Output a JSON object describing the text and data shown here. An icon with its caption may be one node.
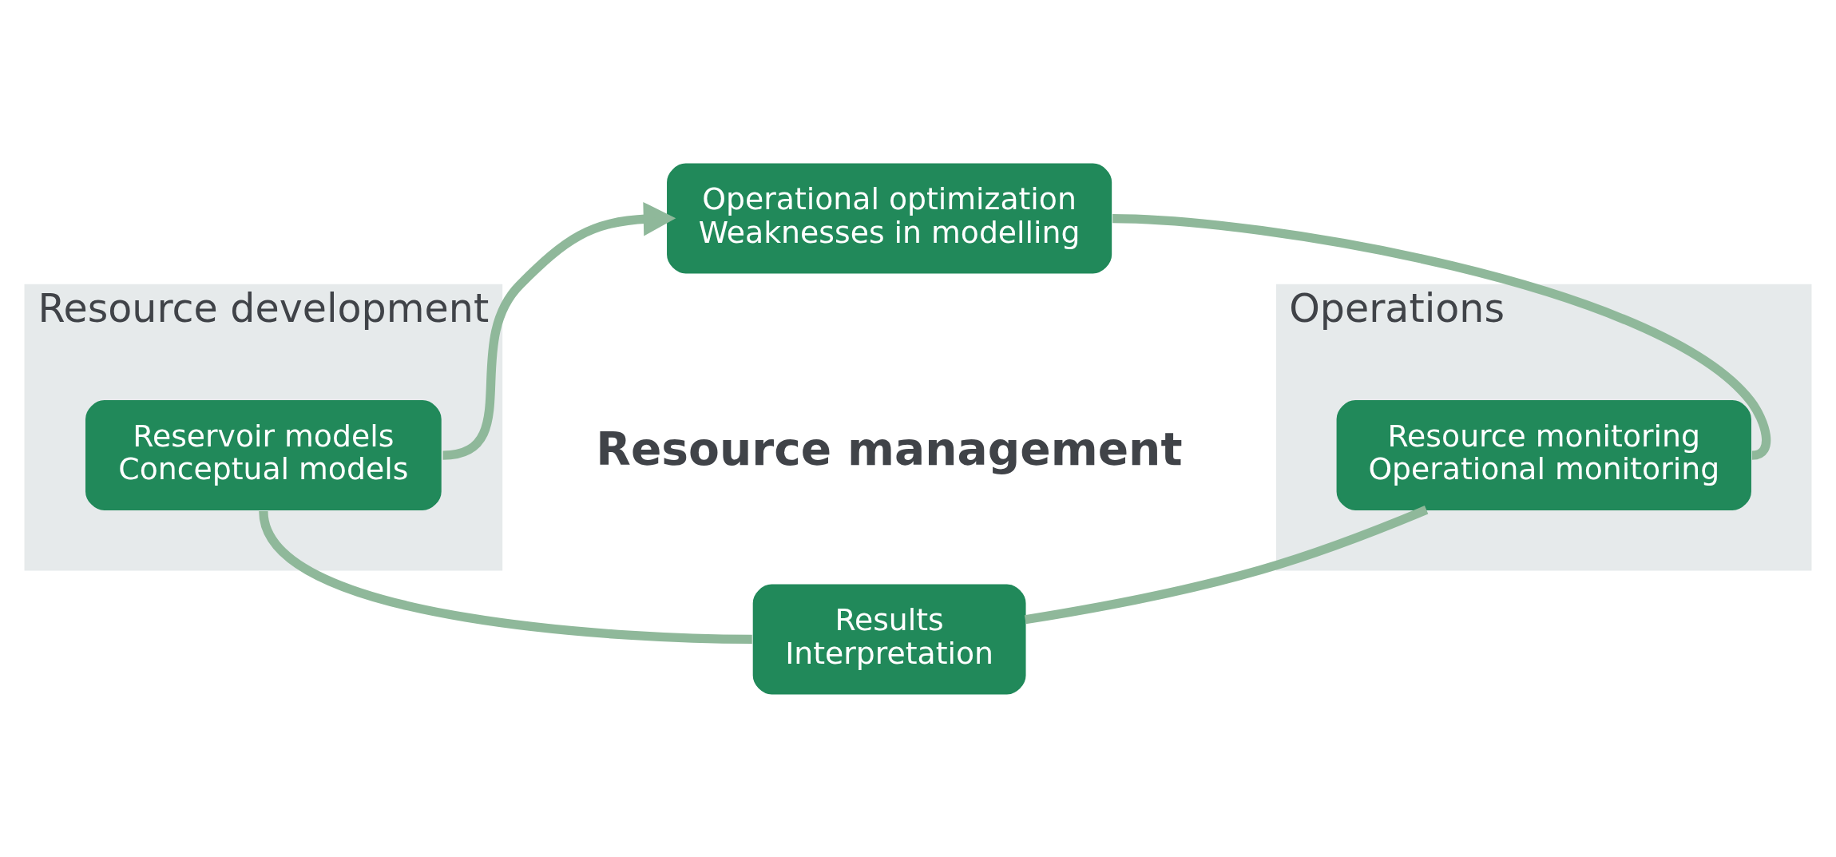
{
  "diagram": {
    "nodes": [
      {
        "text": [
          "Resource development"
        ]
      },
      {
        "text": [
          "Operations"
        ]
      },
      {
        "text": [
          "Operational optimization",
          "Weaknesses in modelling"
        ]
      },
      {
        "text": [
          "Resource monitoring",
          "Operational monitoring"
        ],
        "in": 1
      },
      {
        "text": [
          "Results",
          "Interpretation"
        ]
      },
      {
        "text": [
          "Reservoir models",
          "Conceptual models"
        ],
        "in": 0
      }
    ],
    "edges": [
      {
        "from": 2,
        "to": 3,
        "arrow": "none"
      },
      {
        "from": 3,
        "to": 4,
        "arrow": "none"
      },
      {
        "from": 4,
        "to": 5,
        "arrow": "none"
      },
      {
        "from": 5,
        "to": 2,
        "arrow": "to"
      }
    ],
    "labels": [
      "Resource management"
    ]
  }
}
